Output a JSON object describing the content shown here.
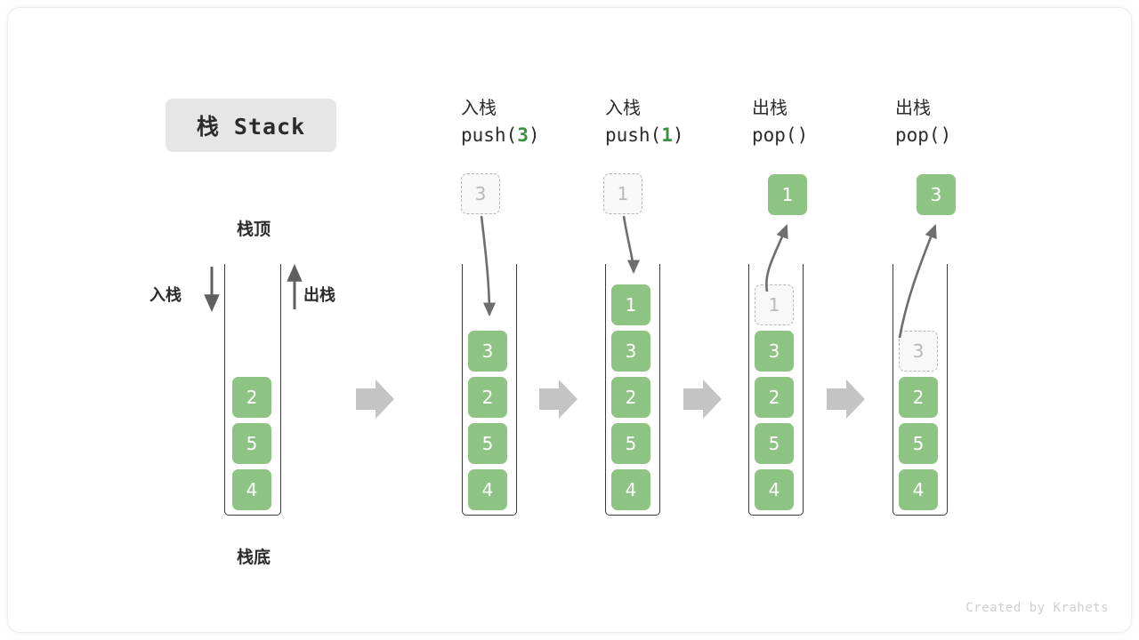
{
  "title_badge": {
    "text": "栈 Stack"
  },
  "left_stack": {
    "top_label": "栈顶",
    "bottom_label": "栈底",
    "push_label": "入栈",
    "pop_label": "出栈",
    "cells": [
      "2",
      "5",
      "4"
    ]
  },
  "colors": {
    "cell_green": "#8ec483",
    "accent_green": "#3f9142",
    "ghost_border": "#b6b6b6",
    "ghost_fill": "#f7f8f7",
    "ghost_text": "#b9b9b9",
    "arrow_gray": "#6e6e6e",
    "block_arrow_gray": "#c4c4c4",
    "outline": "#3a3a3a",
    "badge_bg": "#e6e6e6",
    "text": "#2b2b2b",
    "watermark": "#cfcfcf"
  },
  "steps": [
    {
      "id": "push3",
      "cn": "入栈",
      "code_prefix": "push(",
      "code_arg": "3",
      "code_suffix": ")",
      "incoming": {
        "value": "3",
        "kind": "ghost"
      },
      "arrow": "down",
      "cells": [
        "3",
        "2",
        "5",
        "4"
      ],
      "ghost_in_stack": null
    },
    {
      "id": "push1",
      "cn": "入栈",
      "code_prefix": "push(",
      "code_arg": "1",
      "code_suffix": ")",
      "incoming": {
        "value": "1",
        "kind": "ghost"
      },
      "arrow": "down",
      "cells": [
        "1",
        "3",
        "2",
        "5",
        "4"
      ],
      "ghost_in_stack": null
    },
    {
      "id": "pop1",
      "cn": "出栈",
      "code_prefix": "pop(",
      "code_arg": "",
      "code_suffix": ")",
      "incoming": {
        "value": "1",
        "kind": "solid"
      },
      "arrow": "up",
      "cells": [
        "3",
        "2",
        "5",
        "4"
      ],
      "ghost_in_stack": "1"
    },
    {
      "id": "pop3",
      "cn": "出栈",
      "code_prefix": "pop(",
      "code_arg": "",
      "code_suffix": ")",
      "incoming": {
        "value": "3",
        "kind": "solid"
      },
      "arrow": "up",
      "cells": [
        "2",
        "5",
        "4"
      ],
      "ghost_in_stack": "3"
    }
  ],
  "transitions": [
    "→",
    "→",
    "→",
    "→"
  ],
  "watermark": "Created by Krahets"
}
